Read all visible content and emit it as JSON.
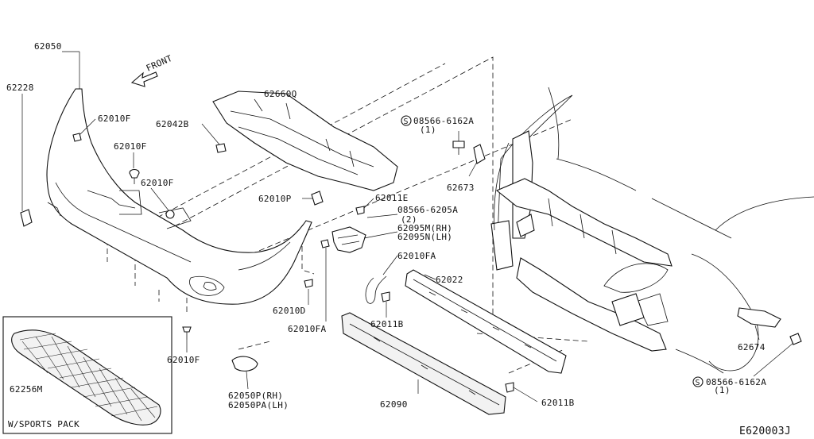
{
  "diagram": {
    "front_label": "FRONT",
    "code": "E620003J",
    "inset_caption": "W/SPORTS PACK",
    "labels": {
      "p62050": "62050",
      "p62228": "62228",
      "p62010F_a": "62010F",
      "p62010F_b": "62010F",
      "p62010F_c": "62010F",
      "p62010F_d": "62010F",
      "p62042B": "62042B",
      "p62660Q": "62660Q",
      "p62010P": "62010P",
      "p62011E": "62011E",
      "p08566_6205A": "08566-6205A",
      "p08566_6205A_qty": "(2)",
      "p62095M": "62095M(RH)",
      "p62095N": "62095N(LH)",
      "p62010FA_a": "62010FA",
      "p62010FA_b": "62010FA",
      "p62010D": "62010D",
      "p62011B_a": "62011B",
      "p62011B_b": "62011B",
      "p62022": "62022",
      "p62090": "62090",
      "p62050P": "62050P(RH)",
      "p62050PA": "62050PA(LH)",
      "p62256M": "62256M",
      "p08566_6162A_top": "08566-6162A",
      "p08566_6162A_top_qty": "(1)",
      "p62673": "62673",
      "p62674": "62674",
      "p08566_6162A_bot": "08566-6162A",
      "p08566_6162A_bot_qty": "(1)"
    }
  }
}
